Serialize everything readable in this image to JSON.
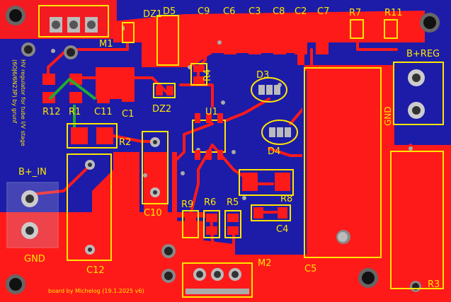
{
  "board": {
    "credit": "board by Michelog (19.1.2025 v6)",
    "title_vertical": "HV regulator for tube I/V stage",
    "subtitle_vertical": "(6OJ6/6N23P) by grunf"
  },
  "connectors": {
    "in_label": "B+_IN",
    "in_gnd": "GND",
    "out_label": "B+REG",
    "out_gnd": "GND",
    "m1": "M1",
    "m2": "M2"
  },
  "components": {
    "DZ1": "DZ1",
    "D5": "D5",
    "C9": "C9",
    "C6": "C6",
    "C3": "C3",
    "C8": "C8",
    "C2": "C2",
    "C7": "C7",
    "R7": "R7",
    "R11": "R11",
    "R4": "R4",
    "D3": "D3",
    "D4": "D4",
    "U1": "U1",
    "R12": "R12",
    "R1": "R1",
    "C11": "C11",
    "C1": "C1",
    "DZ2": "DZ2",
    "R2": "R2",
    "C10": "C10",
    "R9": "R9",
    "R6": "R6",
    "R5": "R5",
    "R8": "R8",
    "C4": "C4",
    "C5": "C5",
    "C12": "C12",
    "R3": "R3"
  },
  "colors": {
    "top_copper": "#ff1a1a",
    "bottom_copper": "#1a1aa8",
    "silkscreen": "#ffe600",
    "via": "#9a9a9a"
  }
}
